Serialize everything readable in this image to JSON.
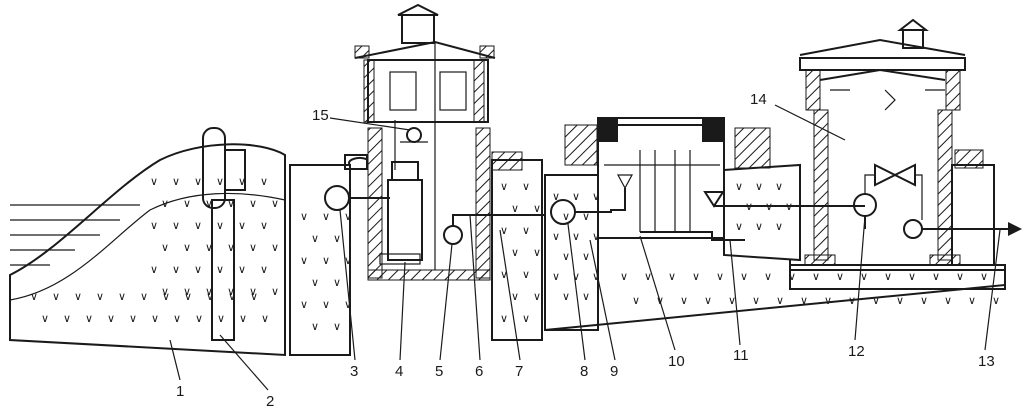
{
  "diagram": {
    "labels": [
      {
        "id": "1",
        "text": "1"
      },
      {
        "id": "2",
        "text": "2"
      },
      {
        "id": "3",
        "text": "3"
      },
      {
        "id": "4",
        "text": "4"
      },
      {
        "id": "5",
        "text": "5"
      },
      {
        "id": "6",
        "text": "6"
      },
      {
        "id": "7",
        "text": "7"
      },
      {
        "id": "8",
        "text": "8"
      },
      {
        "id": "9",
        "text": "9"
      },
      {
        "id": "10",
        "text": "10"
      },
      {
        "id": "11",
        "text": "11"
      },
      {
        "id": "12",
        "text": "12"
      },
      {
        "id": "13",
        "text": "13"
      },
      {
        "id": "14",
        "text": "14"
      },
      {
        "id": "15",
        "text": "15"
      }
    ],
    "colors": {
      "ink": "#1a1a1a",
      "background": "#ffffff",
      "hatch": "#1a1a1a"
    }
  }
}
